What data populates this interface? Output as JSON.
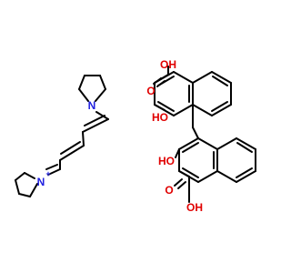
{
  "colors": {
    "background": "#ffffff",
    "bond": "#000000",
    "nitrogen": "#2020e0",
    "oxygen": "#e00000"
  },
  "cation": {
    "ring1_nitrogen": "N",
    "ring2_nitrogen": "N",
    "charge": "+"
  },
  "anion": {
    "upper_acid": "OH",
    "upper_carbonyl_oxygen": "O",
    "upper_hydroxyl": "HO",
    "lower_hydroxyl": "HO",
    "lower_carbonyl_oxygen": "O",
    "lower_acid": "OH"
  }
}
